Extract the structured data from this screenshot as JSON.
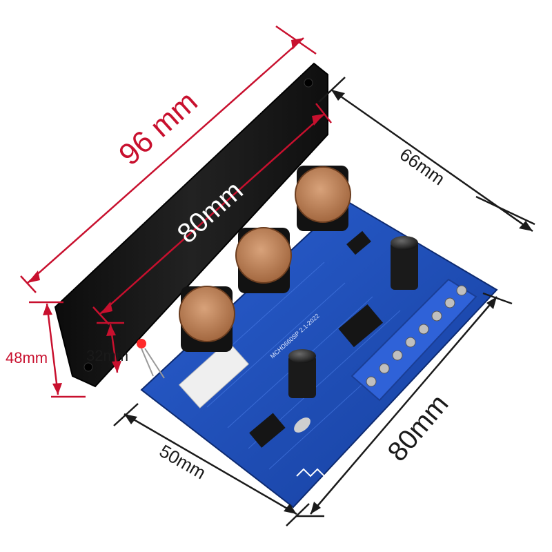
{
  "dimensions": {
    "panel_width": "96 mm",
    "board_length_top": "80mm",
    "board_depth_right": "66mm",
    "panel_height": "48mm",
    "inner_height": "32mm",
    "board_width_bottom": "50mm",
    "board_length_bottom": "80mm"
  },
  "board_print": {
    "model": "MCHD660SP 2.1-2022"
  },
  "colors": {
    "annotation_red": "#c8102e",
    "annotation_dark": "#1a1a1a",
    "pcb_blue": "#1f4fbf",
    "terminal_blue": "#2f62d8",
    "panel_black": "#141414",
    "pot_brass": "#b5784c"
  }
}
